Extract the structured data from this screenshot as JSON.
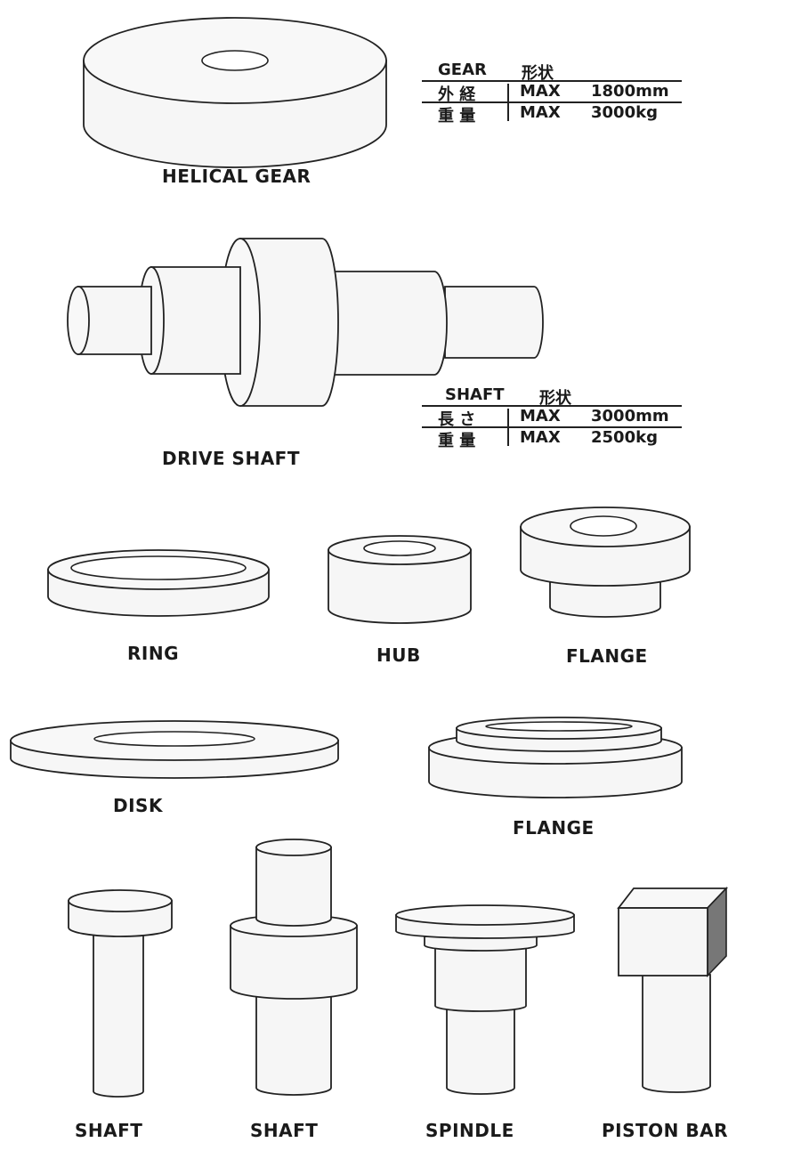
{
  "parts": {
    "helical_gear": "HELICAL GEAR",
    "drive_shaft": "DRIVE SHAFT",
    "ring": "RING",
    "hub": "HUB",
    "flange_1": "FLANGE",
    "disk": "DISK",
    "flange_2": "FLANGE",
    "shaft_1": "SHAFT",
    "shaft_2": "SHAFT",
    "spindle": "SPINDLE",
    "piston_bar": "PISTON BAR"
  },
  "gear_spec": {
    "header_left": "GEAR",
    "header_right": "形状",
    "rows": [
      {
        "label": "外 経",
        "key": "MAX",
        "value": "1800mm"
      },
      {
        "label": "重 量",
        "key": "MAX",
        "value": "3000kg"
      }
    ]
  },
  "shaft_spec": {
    "header_left": "SHAFT",
    "header_right": "形状",
    "rows": [
      {
        "label": "長 さ",
        "key": "MAX",
        "value": "3000mm"
      },
      {
        "label": "重 量",
        "key": "MAX",
        "value": "2500kg"
      }
    ]
  }
}
